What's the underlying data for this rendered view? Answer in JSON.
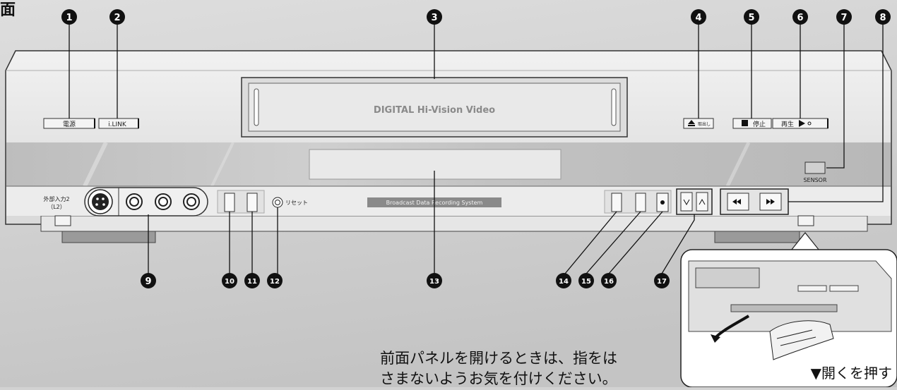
{
  "corner_mark": "面",
  "callout_numbers": [
    "1",
    "2",
    "3",
    "4",
    "5",
    "6",
    "7",
    "8",
    "9",
    "10",
    "11",
    "12",
    "13",
    "14",
    "15",
    "16",
    "17"
  ],
  "panel": {
    "brand_text": "DIGITAL Hi-Vision Video",
    "power_label": "電源",
    "ilink_label": "i.LINK",
    "eject_label": "取出し",
    "stop_label": "停止",
    "play_label": "再生",
    "sensor_label": "SENSOR",
    "input_label_line1": "外部入力2",
    "input_label_line2": "（L2）",
    "reset_label": "リセット",
    "broadcast_label": "Broadcast Data Recording System"
  },
  "inset": {
    "caption": "▼開くを押す"
  },
  "note": {
    "line1": "前面パネルを開けるときは、指をは",
    "line2": "さまないようお気を付けください。"
  }
}
